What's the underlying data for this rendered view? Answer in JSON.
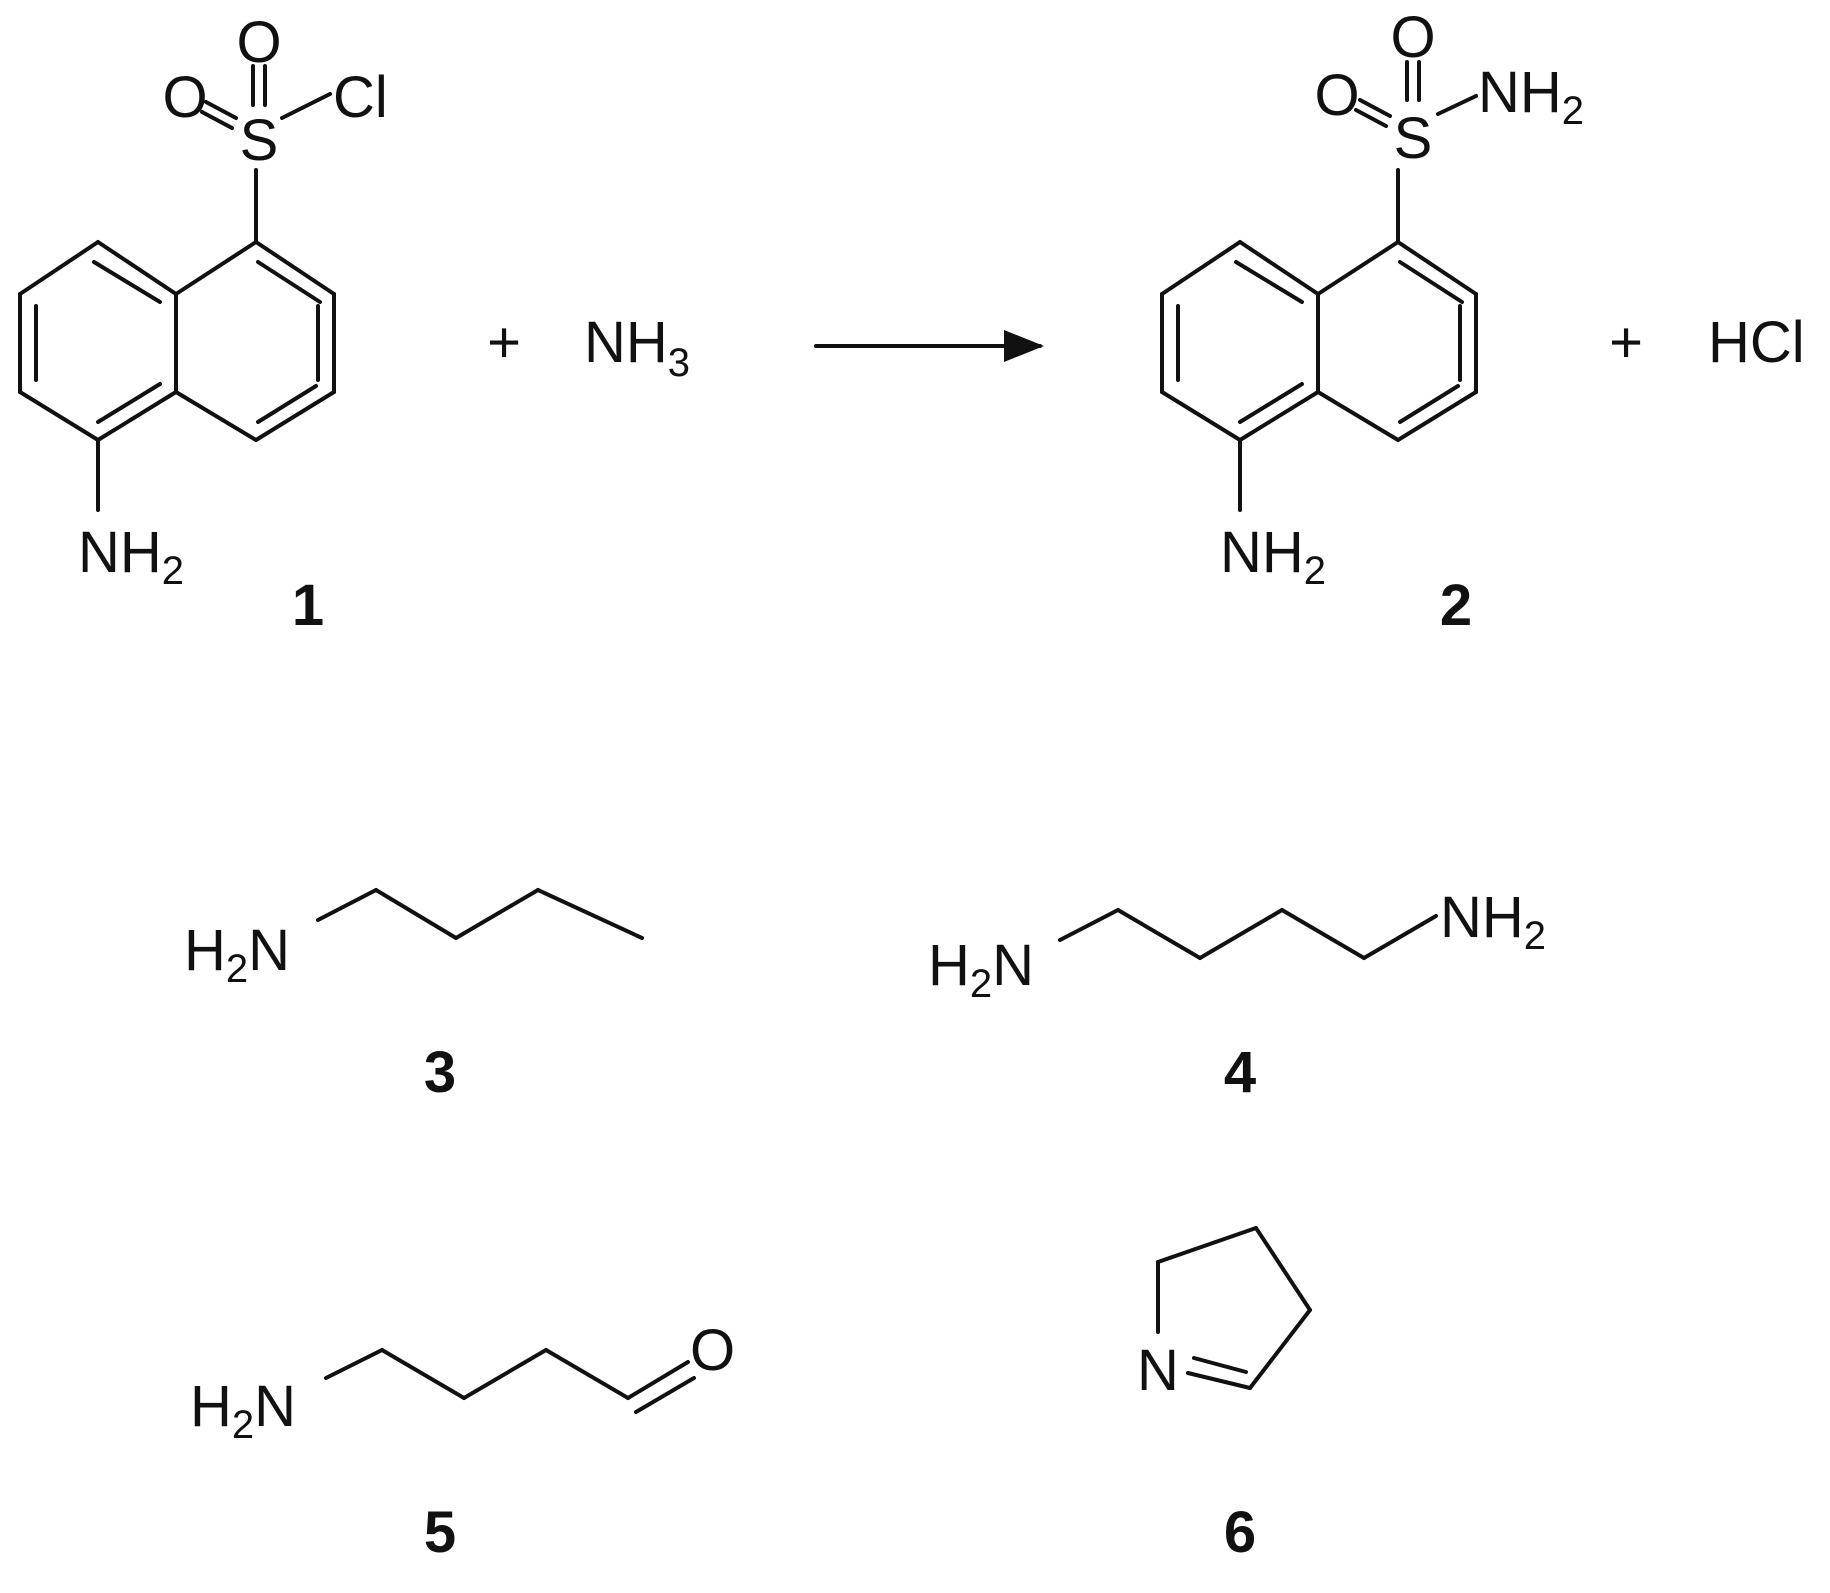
{
  "compound_numbers": {
    "c1": "1",
    "c2": "2",
    "c3": "3",
    "c4": "4",
    "c5": "5",
    "c6": "6"
  },
  "operators": {
    "plus": "+"
  },
  "reagents": {
    "ammonia": {
      "main": "NH",
      "sub": "3"
    },
    "hydrogen_chloride": "HCl"
  },
  "atoms": {
    "oxygen": "O",
    "sulfur": "S",
    "chlorine": "Cl",
    "nitrogen": "N",
    "amino": {
      "main": "NH",
      "sub": "2"
    },
    "amino_left": {
      "h": "H",
      "sub": "2",
      "n": "N"
    }
  },
  "colors": {
    "ink": "#111111",
    "background": "#ffffff"
  }
}
